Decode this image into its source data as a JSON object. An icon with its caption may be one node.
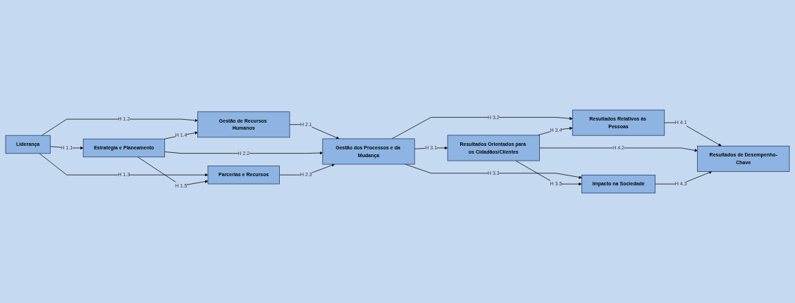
{
  "diagram": {
    "nodes": [
      {
        "text": [
          "Liderança"
        ]
      },
      {
        "text": [
          "Gestão de Recursos Humanos"
        ]
      },
      {
        "text": [
          "Estratégia e Planeamento"
        ]
      },
      {
        "text": [
          "Parcerias e Recursos"
        ]
      },
      {
        "text": [
          "Gestão dos Processos e da Mudança"
        ]
      },
      {
        "text": [
          "Resultados Relativos às Pessoas"
        ]
      },
      {
        "text": [
          "Resultados Orientados para os Cidadãos/Clientes"
        ]
      },
      {
        "text": [
          "Impacto na Sociedade"
        ]
      },
      {
        "text": [
          "Resultados de Desempenho-Chave"
        ]
      }
    ],
    "edges": [
      {
        "from": 0,
        "to": 2,
        "arrow": "to",
        "label": "H 1.1"
      },
      {
        "from": 0,
        "to": 1,
        "arrow": "to",
        "label": "H 1.2"
      },
      {
        "from": 0,
        "to": 3,
        "arrow": "to",
        "label": "H 1.3"
      },
      {
        "from": 2,
        "to": 1,
        "arrow": "to",
        "label": "H 1.4"
      },
      {
        "from": 2,
        "to": 3,
        "arrow": "to",
        "label": "H 1.5"
      },
      {
        "from": 1,
        "to": 4,
        "arrow": "to",
        "label": "H 2.1"
      },
      {
        "from": 2,
        "to": 4,
        "arrow": "to",
        "label": "H 2.2"
      },
      {
        "from": 3,
        "to": 4,
        "arrow": "to",
        "label": "H 2.3"
      },
      {
        "from": 4,
        "to": 6,
        "arrow": "to",
        "label": "H 3.1"
      },
      {
        "from": 4,
        "to": 5,
        "arrow": "to",
        "label": "H 3.2"
      },
      {
        "from": 4,
        "to": 7,
        "arrow": "to",
        "label": "H 3.3"
      },
      {
        "from": 6,
        "to": 5,
        "arrow": "to",
        "label": "H 3.4"
      },
      {
        "from": 6,
        "to": 7,
        "arrow": "to",
        "label": "H 3.5"
      },
      {
        "from": 5,
        "to": 8,
        "arrow": "to",
        "label": "H 4.1"
      },
      {
        "from": 6,
        "to": 8,
        "arrow": "to",
        "label": "H 4.2"
      },
      {
        "from": 7,
        "to": 8,
        "arrow": "to",
        "label": "H 4.3"
      }
    ]
  }
}
